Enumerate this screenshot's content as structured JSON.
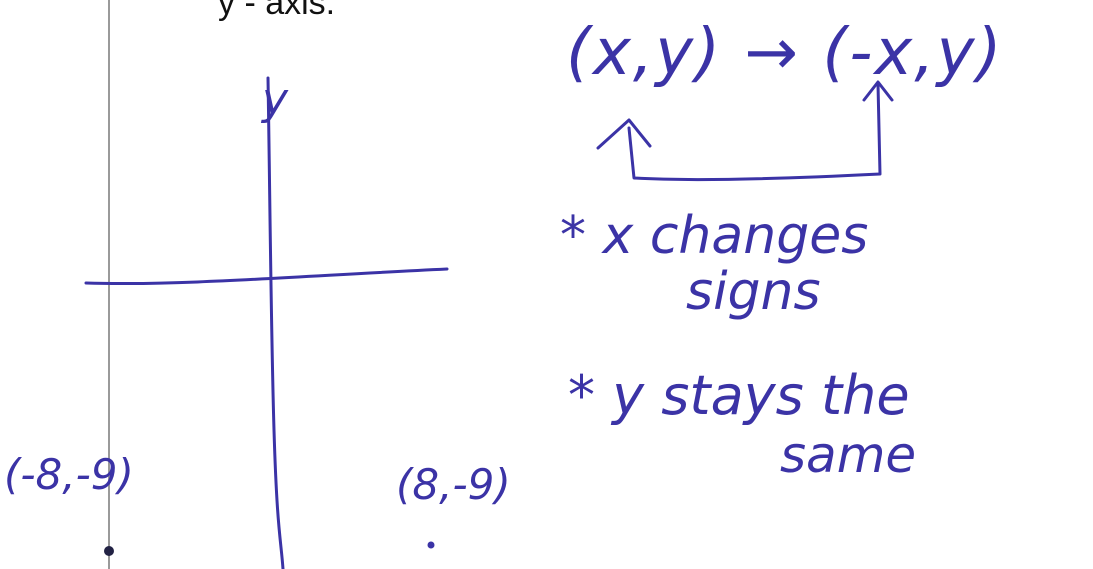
{
  "printed_text": "y - axis.",
  "handwriting": {
    "rule": "(x,y) → (-x,y)",
    "axis_label_y": "y",
    "note_x_line1": "* x changes",
    "note_x_line2": "signs",
    "note_y_line1": "* y stays the",
    "note_y_line2": "same",
    "point_left": "(-8,-9)",
    "point_right": "(8,-9)"
  },
  "colors": {
    "ink": "#3b33a6",
    "printed": "#111111",
    "margin_line": "#9a9a9a",
    "dot": "#222244"
  }
}
